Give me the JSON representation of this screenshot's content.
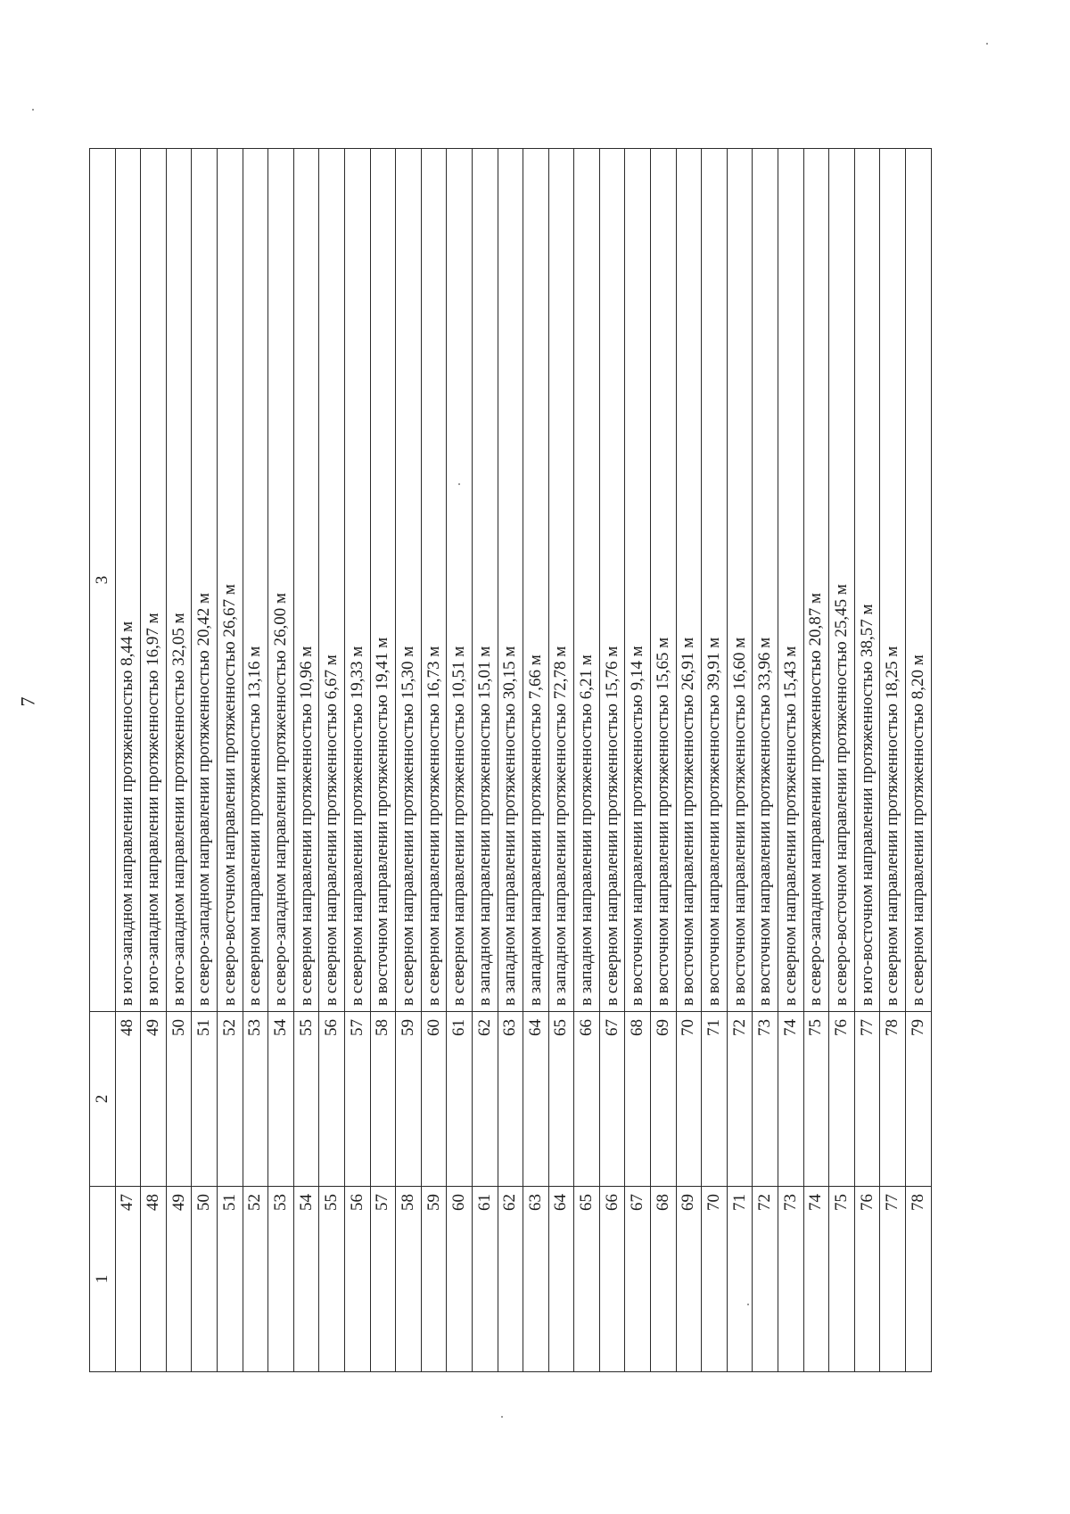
{
  "page": {
    "number": "7"
  },
  "table": {
    "header": [
      "1",
      "2",
      "3"
    ],
    "rows": [
      [
        "47",
        "48",
        "в юго-западном направлении протяженностью 8,44 м"
      ],
      [
        "48",
        "49",
        "в юго-западном направлении протяженностью 16,97 м"
      ],
      [
        "49",
        "50",
        "в юго-западном направлении протяженностью 32,05 м"
      ],
      [
        "50",
        "51",
        "в северо-западном направлении протяженностью 20,42 м"
      ],
      [
        "51",
        "52",
        "в северо-восточном направлении протяженностью 26,67 м"
      ],
      [
        "52",
        "53",
        "в северном направлении протяженностью 13,16 м"
      ],
      [
        "53",
        "54",
        "в северо-западном направлении протяженностью 26,00 м"
      ],
      [
        "54",
        "55",
        "в северном направлении протяженностью 10,96 м"
      ],
      [
        "55",
        "56",
        "в северном направлении протяженностью 6,67 м"
      ],
      [
        "56",
        "57",
        "в северном направлении протяженностью 19,33 м"
      ],
      [
        "57",
        "58",
        "в восточном направлении протяженностью 19,41 м"
      ],
      [
        "58",
        "59",
        "в северном направлении протяженностью 15,30 м"
      ],
      [
        "59",
        "60",
        "в северном направлении протяженностью 16,73 м"
      ],
      [
        "60",
        "61",
        "в северном направлении протяженностью 10,51 м"
      ],
      [
        "61",
        "62",
        "в западном направлении протяженностью 15,01 м"
      ],
      [
        "62",
        "63",
        "в западном направлении протяженностью 30,15 м"
      ],
      [
        "63",
        "64",
        "в западном направлении протяженностью 7,66 м"
      ],
      [
        "64",
        "65",
        "в западном направлении протяженностью 72,78 м"
      ],
      [
        "65",
        "66",
        "в западном направлении протяженностью 6,21 м"
      ],
      [
        "66",
        "67",
        "в северном направлении протяженностью 15,76 м"
      ],
      [
        "67",
        "68",
        "в восточном направлении протяженностью 9,14 м"
      ],
      [
        "68",
        "69",
        "в восточном направлении протяженностью 15,65 м"
      ],
      [
        "69",
        "70",
        "в восточном направлении протяженностью 26,91 м"
      ],
      [
        "70",
        "71",
        "в восточном направлении протяженностью 39,91 м"
      ],
      [
        "71",
        "72",
        "в восточном направлении протяженностью 16,60 м"
      ],
      [
        "72",
        "73",
        "в восточном направлении протяженностью 33,96 м"
      ],
      [
        "73",
        "74",
        "в северном направлении протяженностью 15,43 м"
      ],
      [
        "74",
        "75",
        "в северо-западном направлении протяженностью 20,87 м"
      ],
      [
        "75",
        "76",
        "в северо-восточном направлении протяженностью 25,45 м"
      ],
      [
        "76",
        "77",
        "в юго-восточном направлении протяженностью 38,57 м"
      ],
      [
        "77",
        "78",
        "в северном направлении протяженностью 18,25 м"
      ],
      [
        "78",
        "79",
        "в северном направлении протяженностью 8,20 м"
      ]
    ]
  }
}
